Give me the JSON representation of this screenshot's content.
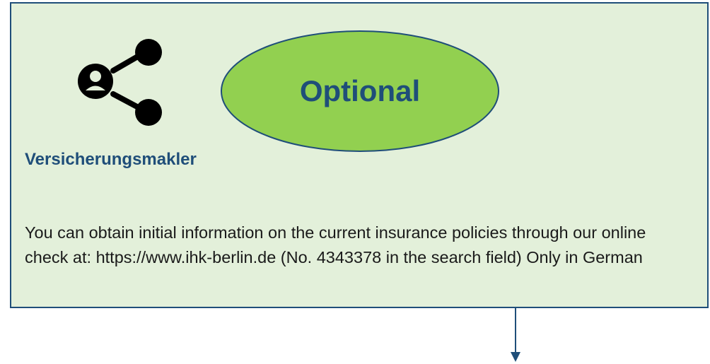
{
  "card": {
    "badge_label": "Optional",
    "role_title": "Versicherungsmakler",
    "description": "You can obtain initial information on the current insurance policies through our online check at: https://www.ihk-berlin.de (No. 4343378 in the search field) Only in German"
  },
  "icons": {
    "role_icon": "user-share-network-icon",
    "connector": "arrow-down-icon"
  },
  "colors": {
    "card_background": "#e3f0da",
    "card_border": "#1f4e79",
    "badge_fill": "#92d050",
    "badge_border": "#1f4e79",
    "title_text": "#1f4e79",
    "body_text": "#1a1a1a"
  }
}
